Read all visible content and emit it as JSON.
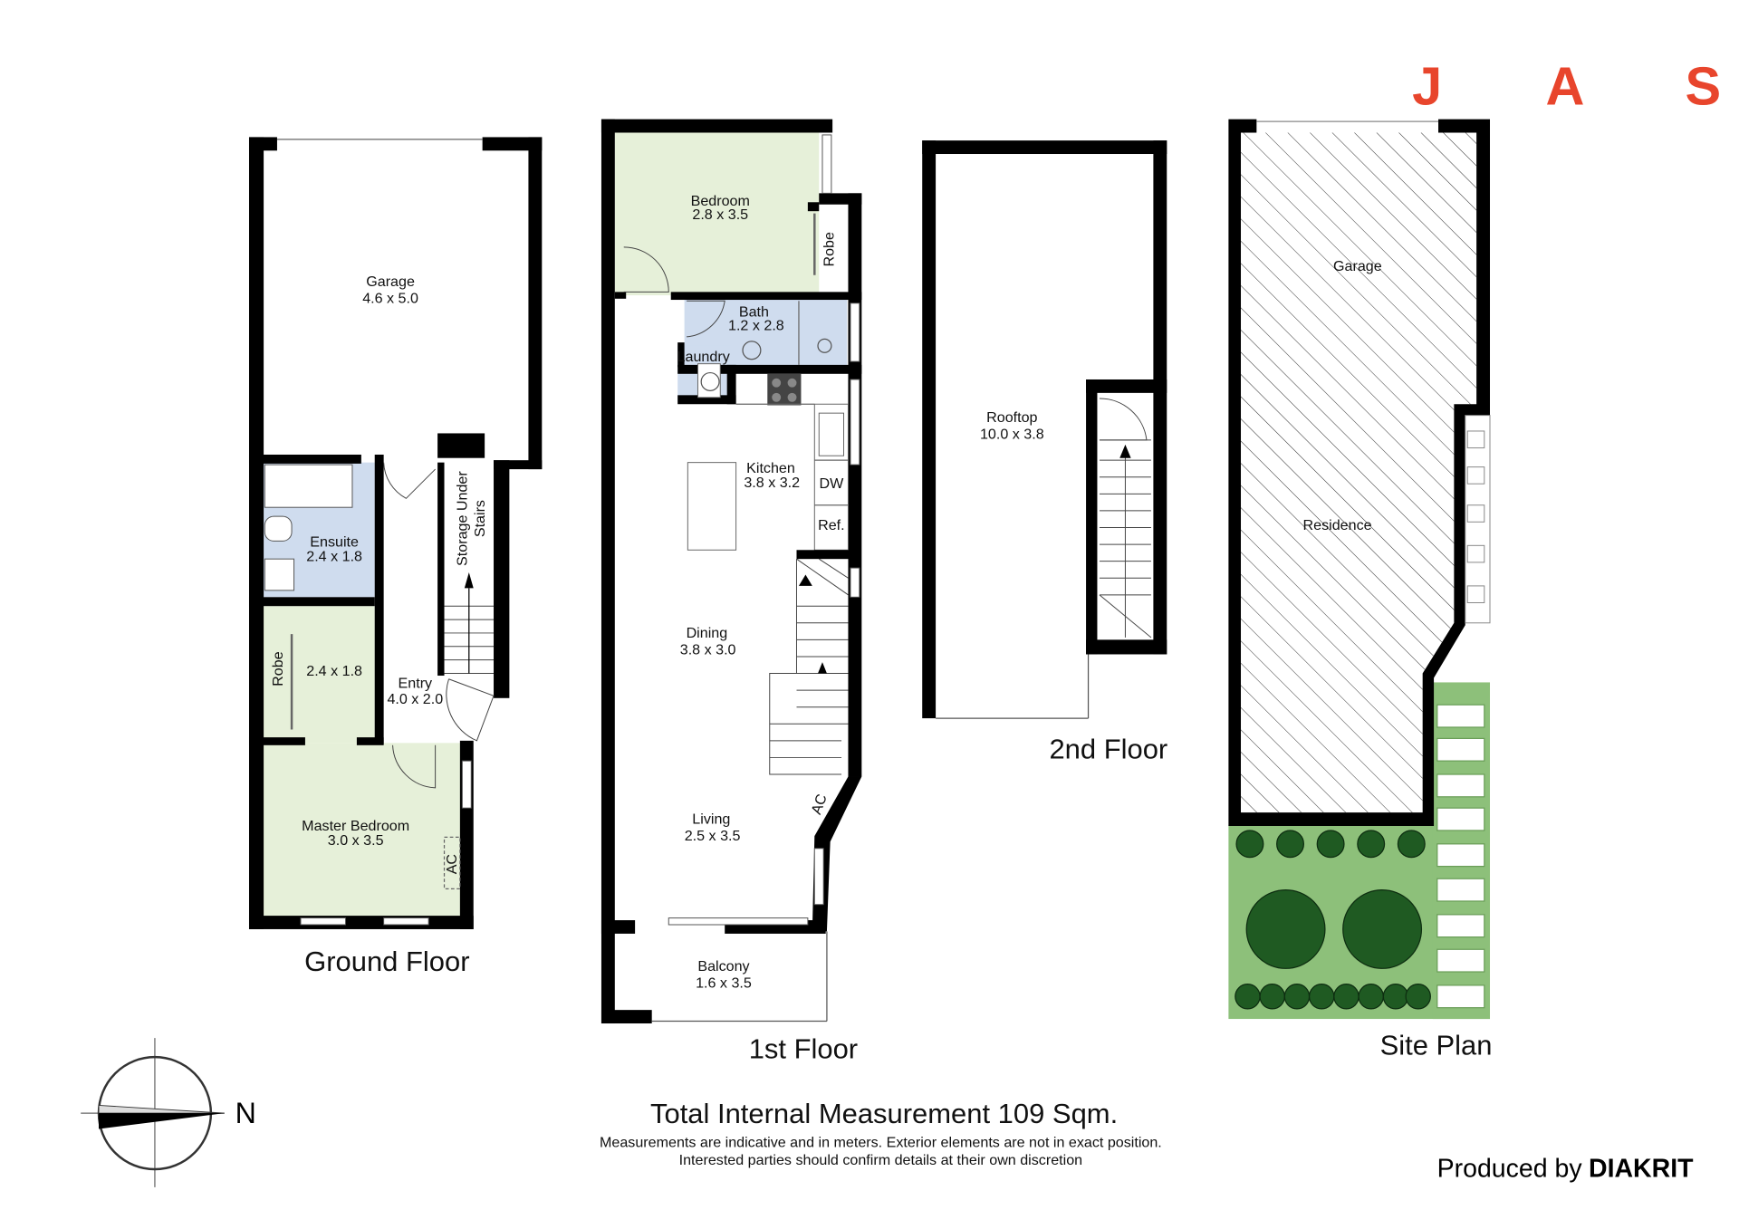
{
  "brand": {
    "letters": [
      "J",
      "A",
      "S"
    ],
    "color": "#e8452c"
  },
  "colors": {
    "bedroom": "#e6f0d9",
    "wet": "#cfdcee",
    "garden": "#8dc07a",
    "wall": "#000000"
  },
  "ground_floor": {
    "title": "Ground Floor",
    "rooms": [
      {
        "name": "Garage",
        "size": "4.6 x 5.0"
      },
      {
        "name": "Ensuite",
        "size": "2.4 x 1.8"
      },
      {
        "name": "Robe",
        "size": "2.4 x 1.8"
      },
      {
        "name": "Entry",
        "size": "4.0 x 2.0"
      },
      {
        "name": "Master Bedroom",
        "size": "3.0 x 3.5"
      }
    ],
    "storage": [
      "Storage Under",
      "Stairs"
    ],
    "ac": "AC"
  },
  "first_floor": {
    "title": "1st Floor",
    "rooms": [
      {
        "name": "Bedroom",
        "size": "2.8 x 3.5"
      },
      {
        "name": "Bath",
        "size": "1.2 x 2.8"
      },
      {
        "name": "Kitchen",
        "size": "3.8 x 3.2"
      },
      {
        "name": "Dining",
        "size": "3.8 x 3.0"
      },
      {
        "name": "Living",
        "size": "2.5 x 3.5"
      },
      {
        "name": "Balcony",
        "size": "1.6 x 3.5"
      }
    ],
    "robe": "Robe",
    "laundry": "Laundry",
    "dw": "DW",
    "ref": "Ref.",
    "ac": "AC"
  },
  "second_floor": {
    "title": "2nd Floor",
    "rooms": [
      {
        "name": "Rooftop",
        "size": "10.0 x 3.8"
      }
    ]
  },
  "site_plan": {
    "title": "Site Plan",
    "labels": [
      "Garage",
      "Residence"
    ]
  },
  "compass": {
    "label": "N"
  },
  "footer": {
    "total": "Total Internal Measurement 109 Sqm.",
    "disclaimer1": "Measurements are indicative and in meters. Exterior elements are not in exact position.",
    "disclaimer2": "Interested parties should confirm details at their own discretion",
    "produced_by": "Produced by",
    "producer": "DIAKRIT"
  }
}
